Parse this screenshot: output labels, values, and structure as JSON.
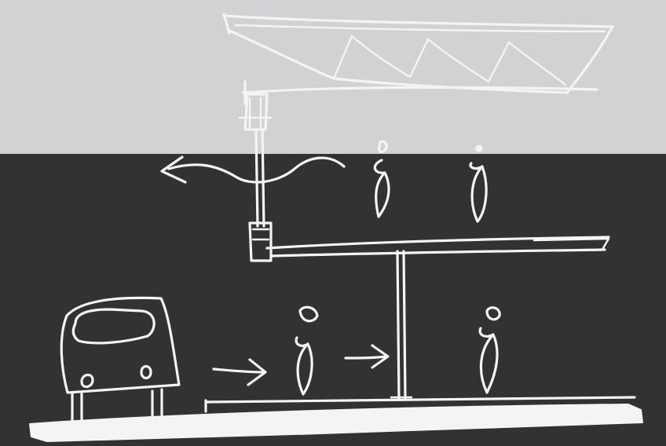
{
  "colors": {
    "sky": "#d1d2d3",
    "ground": "#333233",
    "chalk": "#f4f4f2"
  },
  "elements": [
    "upper-canopy-truss",
    "support-column",
    "wind-flow-arrow",
    "upper-deck",
    "lower-column",
    "street-ground",
    "bus",
    "pedestrian-figures",
    "movement-arrows"
  ]
}
